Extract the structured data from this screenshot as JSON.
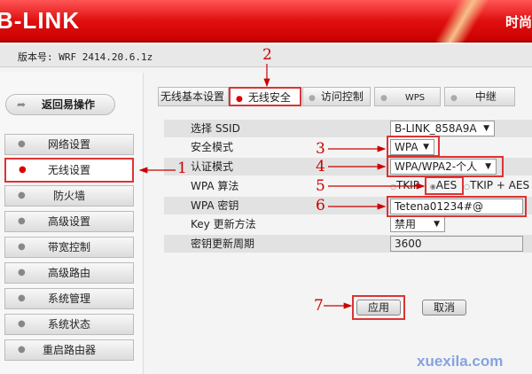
{
  "header": {
    "logo": "B-LINK",
    "slogan": "时尚"
  },
  "version": "版本号: WRF 2414.20.6.1z",
  "sidebar": {
    "back": "返回易操作",
    "items": [
      {
        "label": "网络设置"
      },
      {
        "label": "无线设置",
        "selected": true
      },
      {
        "label": "防火墙"
      },
      {
        "label": "高级设置"
      },
      {
        "label": "带宽控制"
      },
      {
        "label": "高级路由"
      },
      {
        "label": "系统管理"
      },
      {
        "label": "系统状态"
      },
      {
        "label": "重启路由器"
      }
    ]
  },
  "tabs": [
    {
      "label": "无线基本设置"
    },
    {
      "label": "无线安全",
      "selected": true
    },
    {
      "label": "访问控制"
    },
    {
      "label": "WPS"
    },
    {
      "label": "中继"
    }
  ],
  "form": {
    "ssid": {
      "label": "选择 SSID",
      "value": "B-LINK_858A9A"
    },
    "mode": {
      "label": "安全模式",
      "value": "WPA"
    },
    "auth": {
      "label": "认证模式",
      "value": "WPA/WPA2-个人"
    },
    "algo": {
      "label": "WPA 算法",
      "options": [
        "TKIP",
        "AES",
        "TKIP + AES"
      ],
      "selected": "AES"
    },
    "key": {
      "label": "WPA 密钥",
      "value": "Tetena01234#@"
    },
    "renew": {
      "label": "Key 更新方法",
      "value": "禁用"
    },
    "period": {
      "label": "密钥更新周期",
      "value": "3600"
    }
  },
  "buttons": {
    "apply": "应用",
    "cancel": "取消"
  },
  "annotations": [
    "1",
    "2",
    "3",
    "4",
    "5",
    "6",
    "7"
  ],
  "watermark": "xuexila.com",
  "colors": {
    "header": "#e01010",
    "annotation": "#cc0000"
  }
}
